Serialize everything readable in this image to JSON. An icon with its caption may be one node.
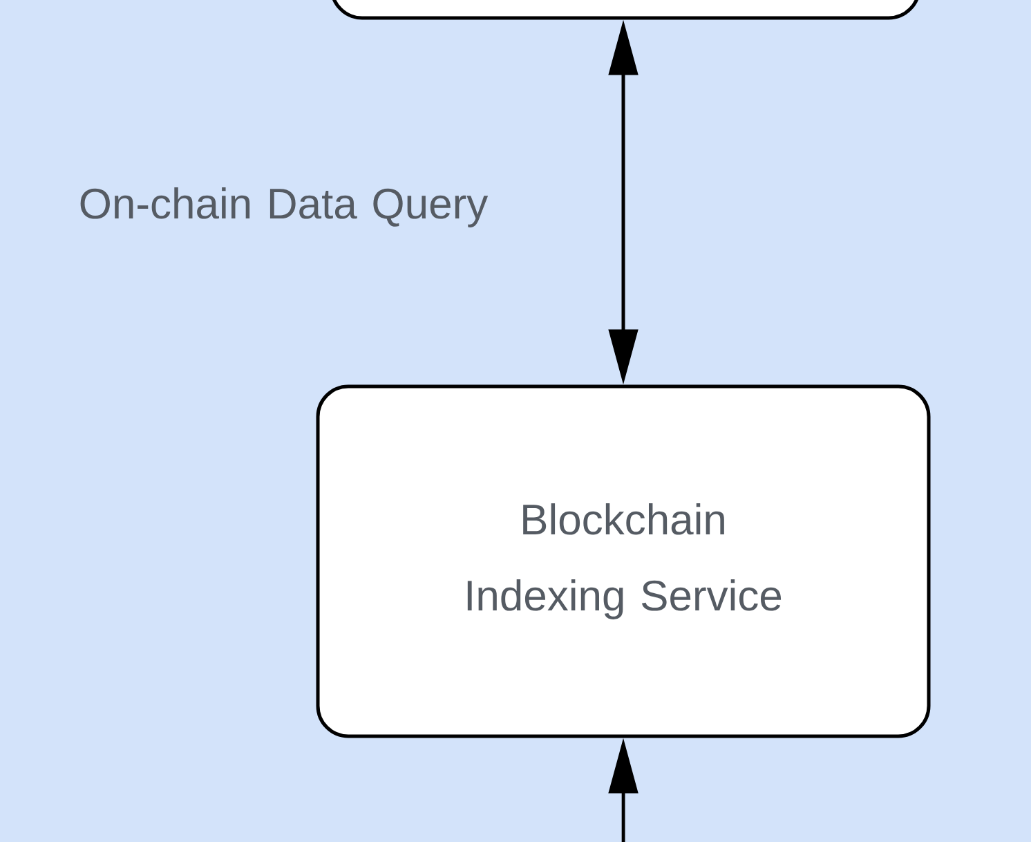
{
  "diagram": {
    "nodes": [
      {
        "text": [],
        "shape": "box"
      },
      {
        "text": [
          "Blockchain Indexing Service"
        ]
      }
    ],
    "edges": [
      {
        "from": 0,
        "to": 1,
        "arrow": "both"
      },
      {
        "from": null,
        "to": 1,
        "arrow": "to"
      }
    ],
    "labels": [
      "On-chain Data Query"
    ]
  }
}
